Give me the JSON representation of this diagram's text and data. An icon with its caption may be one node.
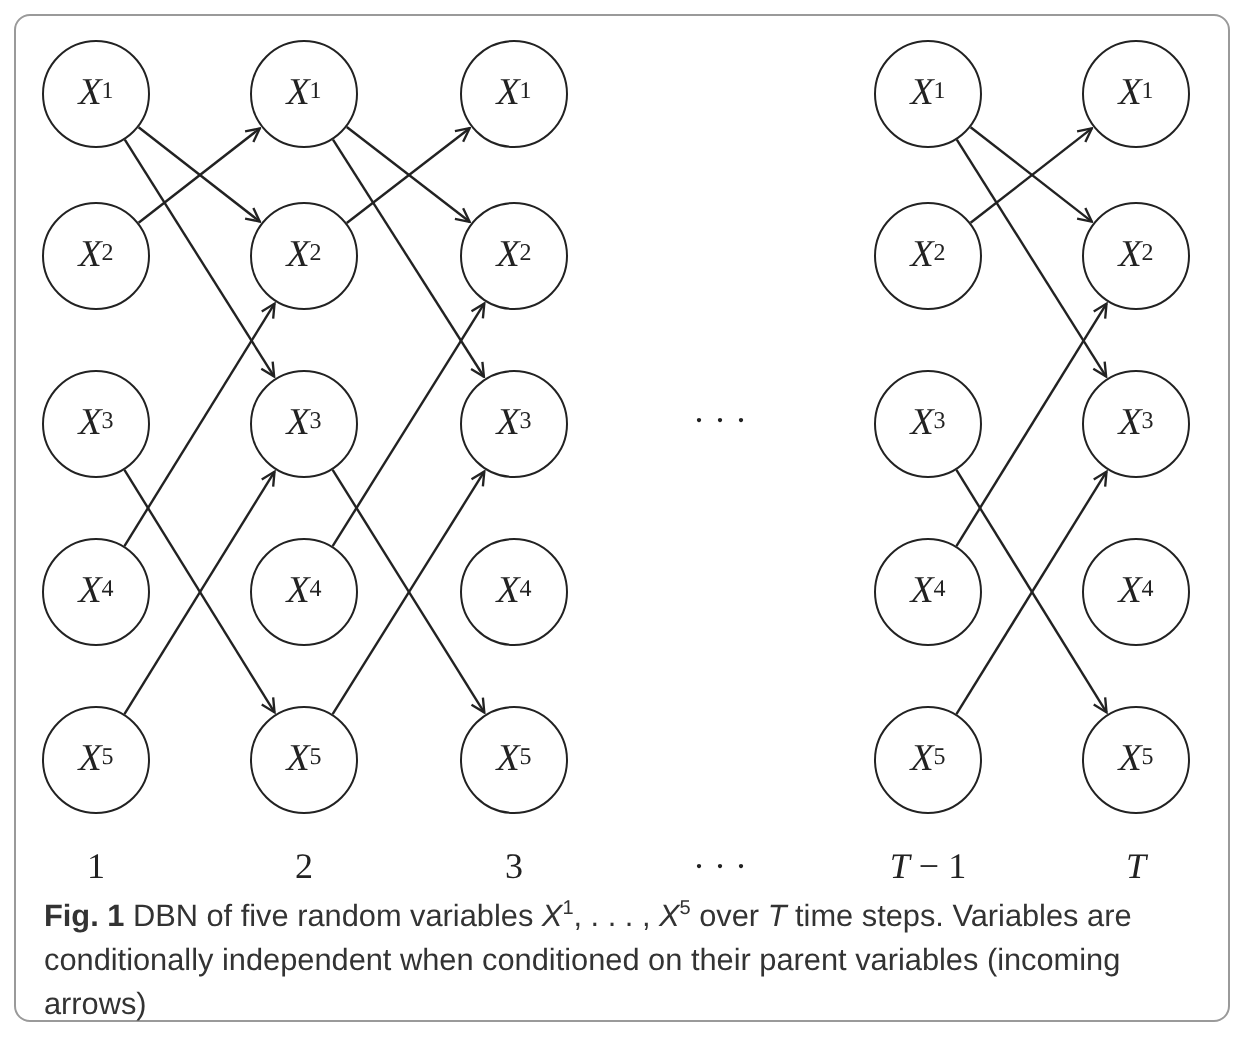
{
  "diagram": {
    "caption": "**Fig. 1** DBN of five random variables *X*$^{1}$, . . . , *X*$^{5}$ over *T* time steps. Variables are conditionally independent when conditioned on their parent variables (incoming arrows)",
    "nodes": [
      {
        "text": [
          "*X*$^{1}$"
        ]
      },
      {
        "text": [
          "*X*$^{2}$"
        ]
      },
      {
        "text": [
          "*X*$^{3}$"
        ]
      },
      {
        "text": [
          "*X*$^{4}$"
        ]
      },
      {
        "text": [
          "*X*$^{5}$"
        ]
      },
      {
        "text": [
          "*X*$^{1}$"
        ]
      },
      {
        "text": [
          "*X*$^{2}$"
        ]
      },
      {
        "text": [
          "*X*$^{3}$"
        ]
      },
      {
        "text": [
          "*X*$^{4}$"
        ]
      },
      {
        "text": [
          "*X*$^{5}$"
        ]
      },
      {
        "text": [
          "*X*$^{1}$"
        ]
      },
      {
        "text": [
          "*X*$^{2}$"
        ]
      },
      {
        "text": [
          "*X*$^{3}$"
        ]
      },
      {
        "text": [
          "*X*$^{4}$"
        ]
      },
      {
        "text": [
          "*X*$^{5}$"
        ]
      },
      {
        "text": [
          "*X*$^{1}$"
        ]
      },
      {
        "text": [
          "*X*$^{2}$"
        ]
      },
      {
        "text": [
          "*X*$^{3}$"
        ]
      },
      {
        "text": [
          "*X*$^{4}$"
        ]
      },
      {
        "text": [
          "*X*$^{5}$"
        ]
      },
      {
        "text": [
          "*X*$^{1}$"
        ]
      },
      {
        "text": [
          "*X*$^{2}$"
        ]
      },
      {
        "text": [
          "*X*$^{3}$"
        ]
      },
      {
        "text": [
          "*X*$^{4}$"
        ]
      },
      {
        "text": [
          "*X*$^{5}$"
        ]
      }
    ],
    "edges": [
      {
        "from": 0,
        "to": 6,
        "arrow": "to"
      },
      {
        "from": 0,
        "to": 7,
        "arrow": "to"
      },
      {
        "from": 1,
        "to": 5,
        "arrow": "to"
      },
      {
        "from": 2,
        "to": 9,
        "arrow": "to"
      },
      {
        "from": 3,
        "to": 6,
        "arrow": "to"
      },
      {
        "from": 4,
        "to": 7,
        "arrow": "to"
      },
      {
        "from": 5,
        "to": 11,
        "arrow": "to"
      },
      {
        "from": 5,
        "to": 12,
        "arrow": "to"
      },
      {
        "from": 6,
        "to": 10,
        "arrow": "to"
      },
      {
        "from": 7,
        "to": 14,
        "arrow": "to"
      },
      {
        "from": 8,
        "to": 11,
        "arrow": "to"
      },
      {
        "from": 9,
        "to": 12,
        "arrow": "to"
      },
      {
        "from": 15,
        "to": 21,
        "arrow": "to"
      },
      {
        "from": 15,
        "to": 22,
        "arrow": "to"
      },
      {
        "from": 16,
        "to": 20,
        "arrow": "to"
      },
      {
        "from": 17,
        "to": 24,
        "arrow": "to"
      },
      {
        "from": 18,
        "to": 21,
        "arrow": "to"
      },
      {
        "from": 19,
        "to": 22,
        "arrow": "to"
      }
    ],
    "labels": [
      "· · ·",
      "1",
      "2",
      "3",
      "· · ·",
      "*T* − 1",
      "*T*"
    ]
  }
}
